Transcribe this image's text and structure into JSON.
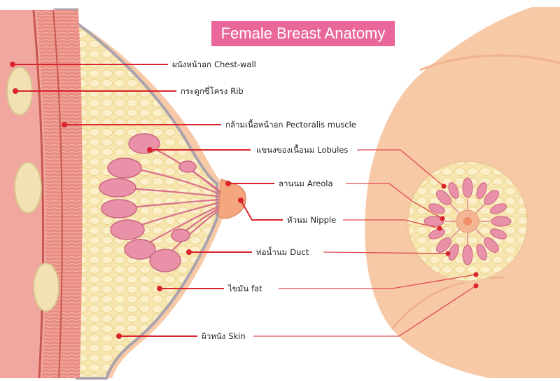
{
  "title": "Female Breast Anatomy",
  "colors": {
    "title_bg": "#e9679a",
    "leader_line": "#d9232d",
    "skin": "#f8c9a6",
    "fat": "#f7e6b0",
    "lobule": "#e891a8",
    "nipple": "#f4a77e"
  },
  "labels": [
    {
      "id": "chest-wall",
      "thai": "ผนังหน้าอก",
      "en": "Chest-wall"
    },
    {
      "id": "rib",
      "thai": "กระดูกซี่โครง",
      "en": "Rib"
    },
    {
      "id": "pectoralis",
      "thai": "กล้ามเนื้อหน้าอก",
      "en": "Pectoralis muscle"
    },
    {
      "id": "lobules",
      "thai": "แขนงของเนื้อนม",
      "en": "Lobules"
    },
    {
      "id": "areola",
      "thai": "ลานนม",
      "en": "Areola"
    },
    {
      "id": "nipple",
      "thai": "หัวนม",
      "en": "Nipple"
    },
    {
      "id": "duct",
      "thai": "ท่อน้ำนม",
      "en": "Duct"
    },
    {
      "id": "fat",
      "thai": "ไขมัน",
      "en": "fat"
    },
    {
      "id": "skin",
      "thai": "ผิวหนัง",
      "en": "Skin"
    }
  ]
}
